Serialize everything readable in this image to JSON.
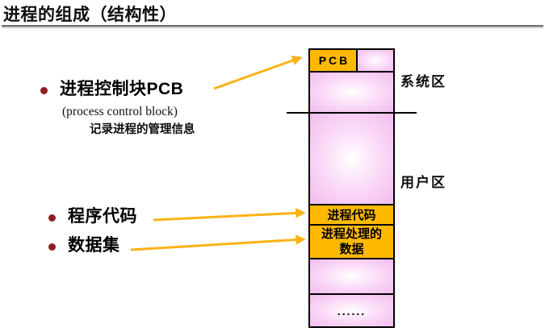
{
  "title": "进程的组成（结构性）",
  "bullets": {
    "pcb": {
      "label": "进程控制块PCB",
      "sub_en": "(process control block)",
      "sub_cn": "记录进程的管理信息"
    },
    "code": {
      "label": "程序代码"
    },
    "data": {
      "label": "数据集"
    }
  },
  "diagram": {
    "cells": {
      "pcb": "PCB",
      "process_code": "进程代码",
      "process_data": "进程处理的\n数据",
      "ellipsis": "......"
    },
    "labels": {
      "system_area": "系统区",
      "user_area": "用户区"
    }
  },
  "colors": {
    "highlight_orange": "#FFB900",
    "arrow_orange": "#FBB216",
    "cell_pink": "#F3BBEE",
    "bullet_maroon": "#8E1F1F",
    "border_black": "#000000",
    "title_black": "#0D0D0D",
    "rule_gray": "#6E6E6E"
  }
}
